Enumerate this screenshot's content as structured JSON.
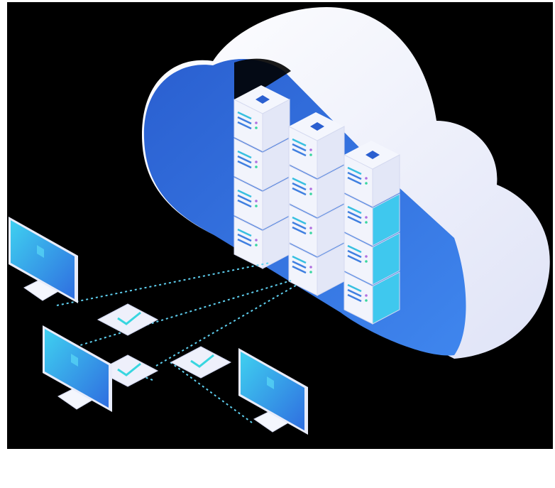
{
  "colors": {
    "background": "#000000",
    "page": "#ffffff",
    "cloud_white": "#eef0fb",
    "cloud_blue": "#2f6ad8",
    "screen_blue": "#3aa0f0",
    "accent_cyan": "#38d6e0",
    "dotted_line": "#5fd0f0"
  },
  "illustration": {
    "server_columns": 3,
    "server_units_per_column": 4,
    "monitors": 3,
    "message_cards": 3
  }
}
